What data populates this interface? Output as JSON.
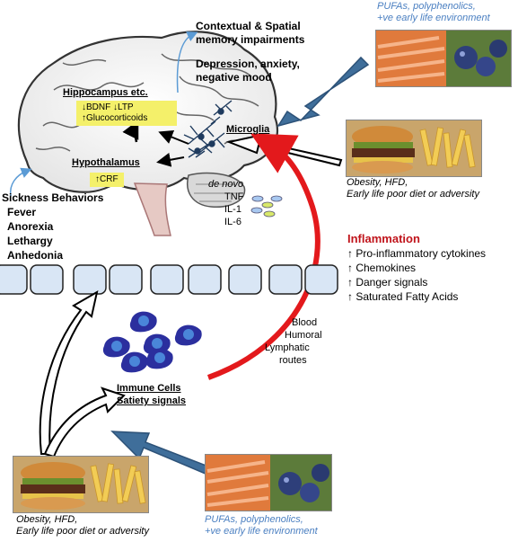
{
  "brain_labels": {
    "hippocampus": "Hippocampus etc.",
    "hippo_line1": "↓BDNF ↓LTP",
    "hippo_line2": "↑Glucocorticoids",
    "hypothalamus": "Hypothalamus",
    "crf": "↑CRF",
    "microglia": "Microglia"
  },
  "top_effects": {
    "memory": [
      "Contextual & Spatial",
      "memory impairments"
    ],
    "mood": [
      "Depression, anxiety,",
      "negative mood"
    ]
  },
  "sickness": {
    "title": "Sickness Behaviors",
    "items": [
      "Fever",
      "Anorexia",
      "Lethargy",
      "Anhedonia"
    ]
  },
  "cytokines": {
    "de_novo": "de novo",
    "items": [
      "TNF",
      "IL-1",
      "IL-6"
    ]
  },
  "inflammation": {
    "title": "Inflammation",
    "items": [
      "Pro-inflammatory cytokines",
      "Chemokines",
      "Danger signals",
      "Saturated Fatty Acids"
    ],
    "arrow": "↑"
  },
  "routes": [
    "Blood",
    "Humoral",
    "Lymphatic",
    "routes"
  ],
  "immune": [
    "Immune Cells",
    "Satiety signals"
  ],
  "captions": {
    "top_right": [
      "PUFAs, polyphenolics,",
      "+ve early life environment"
    ],
    "mid_right": [
      "Obesity, HFD,",
      "Early life poor diet or adversity"
    ],
    "bottom_left": [
      "Obesity, HFD,",
      "Early life poor diet or adversity"
    ],
    "bottom_right": [
      "PUFAs, polyphenolics,",
      "+ve early life environment"
    ]
  },
  "colors": {
    "red_arrow": "#e3191c",
    "blue_arrow": "#3f6e9a",
    "cell_fill": "#d9e6f5",
    "immune_dark": "#2b2f9e",
    "immune_light": "#4a86d9",
    "caption_blue": "#4a7fc1",
    "inflammation_red": "#c0141b"
  }
}
